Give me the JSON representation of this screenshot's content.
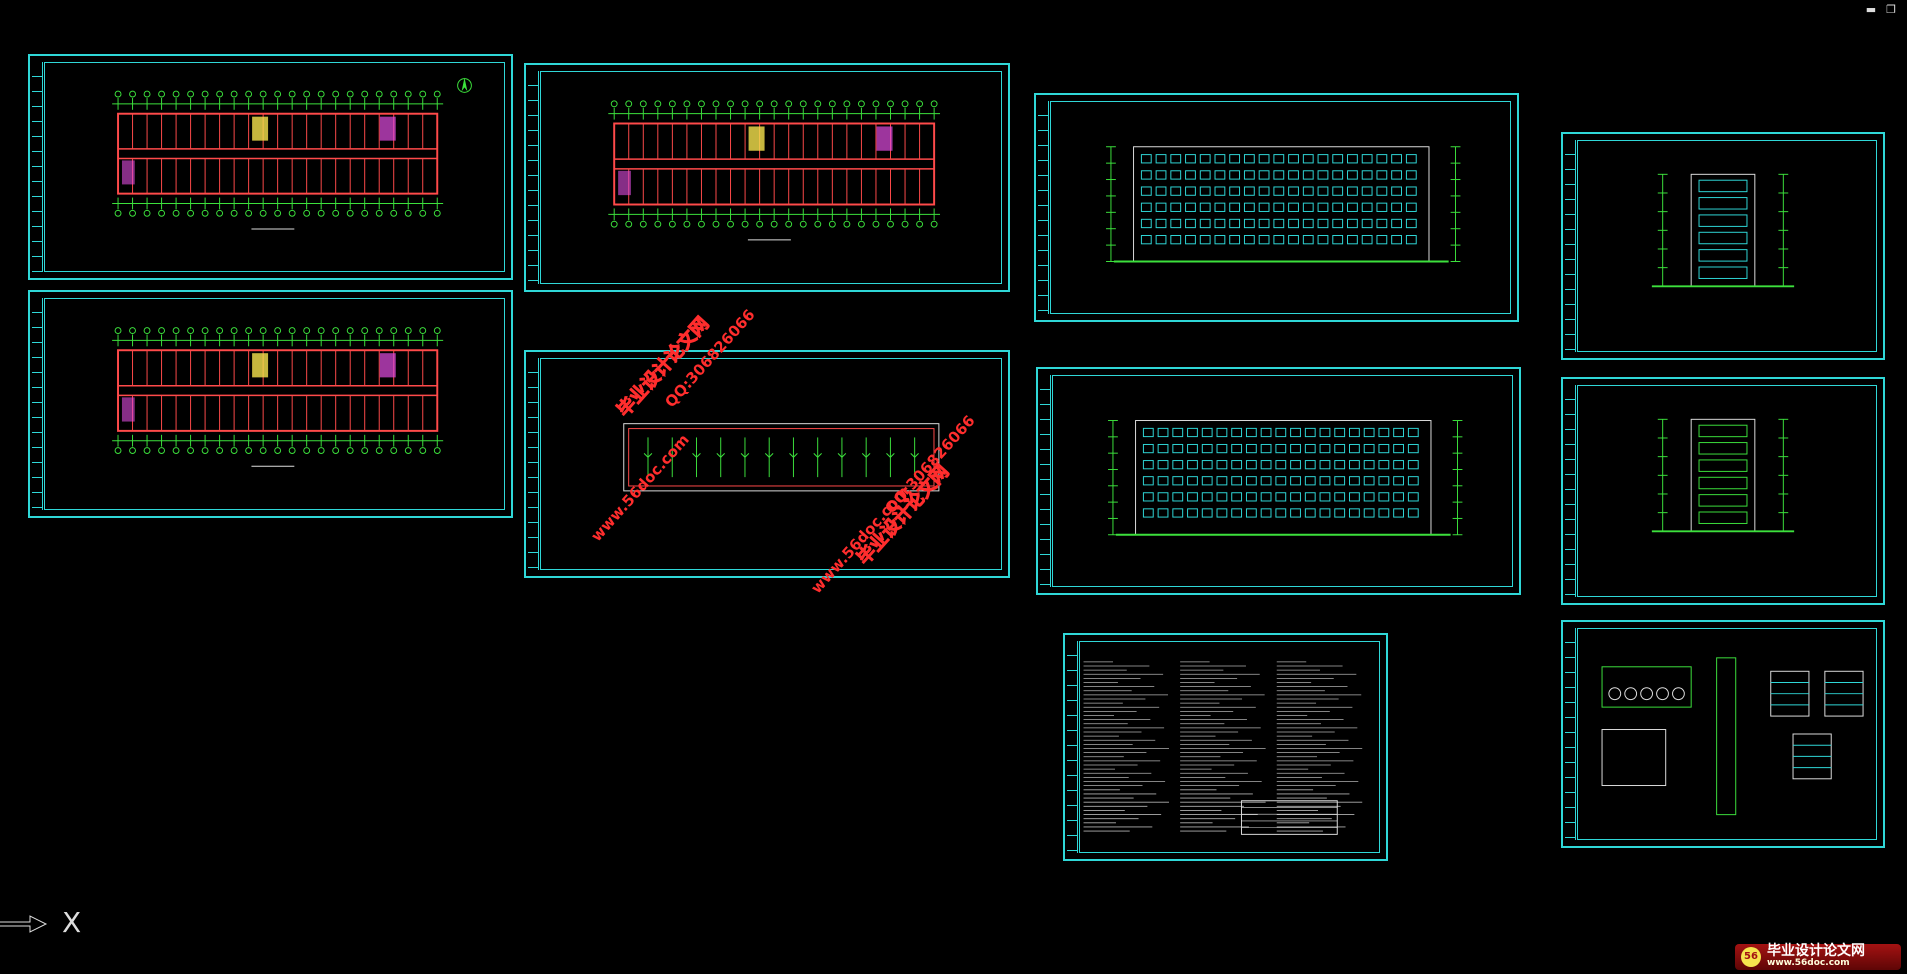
{
  "app": {
    "window_controls": [
      {
        "name": "minimize-icon",
        "glyph": "▬"
      },
      {
        "name": "restore-icon",
        "glyph": "❐"
      }
    ]
  },
  "drawing": {
    "background": "#000000",
    "frame_color": "#2fd7d7",
    "sheets": [
      {
        "name": "sheet-first-floor-plan",
        "kind": "plan"
      },
      {
        "name": "sheet-standard-floor-plan",
        "kind": "plan"
      },
      {
        "name": "sheet-second-floor-plan",
        "kind": "plan"
      },
      {
        "name": "sheet-roof-plan",
        "kind": "roof"
      },
      {
        "name": "sheet-front-elevation",
        "kind": "elevation"
      },
      {
        "name": "sheet-rear-elevation",
        "kind": "elevation"
      },
      {
        "name": "sheet-side-elevation",
        "kind": "side"
      },
      {
        "name": "sheet-section",
        "kind": "section"
      },
      {
        "name": "sheet-design-notes",
        "kind": "notes"
      },
      {
        "name": "sheet-details",
        "kind": "details"
      }
    ]
  },
  "watermarks": {
    "brand": "毕业设计论文网",
    "url": "www.56doc.com",
    "qq": "QQ:306826066"
  },
  "ucs": {
    "axis_label": "X"
  },
  "corner_logo": {
    "title": "毕业设计论文网",
    "url": "www.56doc.com",
    "disc": "56"
  }
}
